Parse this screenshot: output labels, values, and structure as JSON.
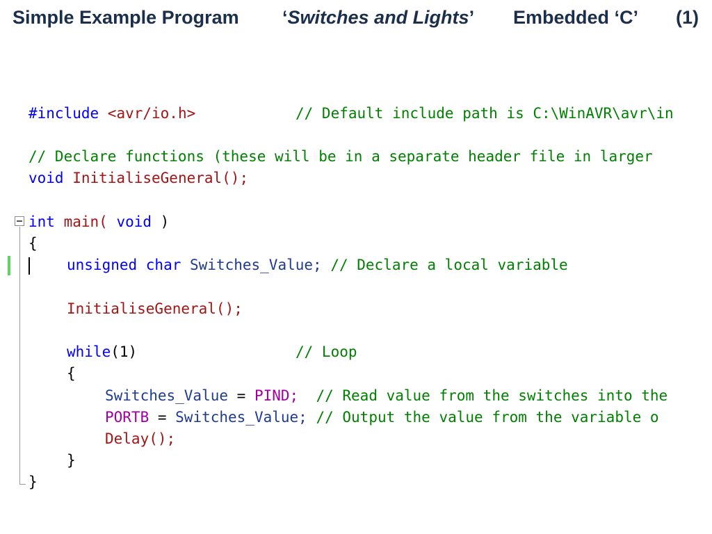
{
  "slide": {
    "title_main": "Simple Example Program",
    "title_open_quote": "‘",
    "title_italic": "Switches and Lights",
    "title_close_quote": "’",
    "title_embedded": "Embedded ‘C’",
    "title_number": "(1)"
  },
  "code": {
    "include_kw": "#include",
    "include_path": " <avr/io.h>",
    "include_comment": "// Default include path is C:\\WinAVR\\avr\\in",
    "declare_comment": "// Declare functions (these will be in a separate header file in larger",
    "void_kw": "void",
    "init_decl": " InitialiseGeneral();",
    "int_kw": "int",
    "main_fn": " main(",
    "main_void": " void",
    "main_close": " )",
    "brace_open": "{",
    "local_type": "unsigned char",
    "local_name": " Switches_Value;",
    "local_comment": " // Declare a local variable",
    "init_call": "InitialiseGeneral();",
    "while_kw": "while",
    "while_cond": "(1)",
    "loop_comment": "// Loop",
    "inner_brace_open": "{",
    "assign_lhs": "Switches_Value",
    "assign_eq": " = ",
    "assign_rhs": "PIND;",
    "read_comment": "  // Read value from the switches into the",
    "portb": "PORTB",
    "portb_eq": " = ",
    "portb_rhs": "Switches_Value;",
    "output_comment": " // Output the value from the variable o",
    "delay_call": "Delay();",
    "inner_brace_close": "}",
    "brace_close": "}"
  }
}
